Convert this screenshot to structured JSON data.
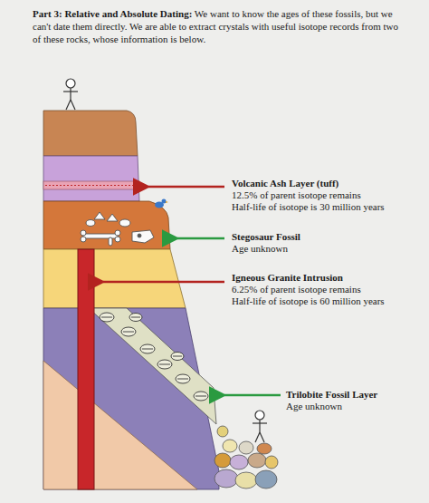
{
  "diagram": {
    "title": "Part 3: Relative and Absolute Dating:",
    "labels": [
      "We want to know the ages of these fossils, but we can't date them directly. We are able to extract crystals with useful isotope records from two of these rocks, whose information is below.",
      "Volcanic Ash Layer (tuff)",
      "12.5% of parent isotope remains",
      "Half-life of isotope is 30 million years",
      "Stegosaur Fossil",
      "Age unknown",
      "Igneous Granite Intrusion",
      "6.25% of parent isotope remains",
      "Half-life of isotope is 60 million years",
      "Trilobite Fossil Layer",
      "Age unknown"
    ]
  }
}
